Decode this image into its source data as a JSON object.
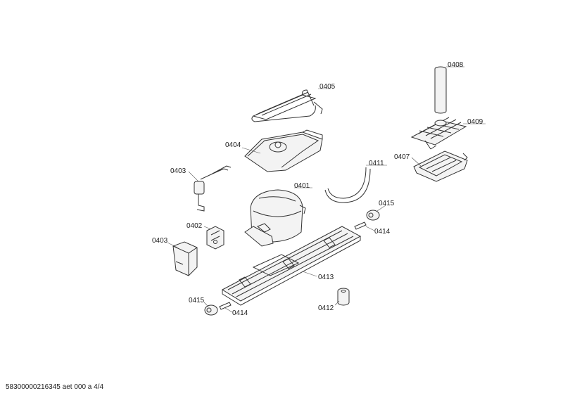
{
  "callouts": {
    "c0408": "0408",
    "c0405": "0405",
    "c0409": "0409",
    "c0404": "0404",
    "c0407": "0407",
    "c0411": "0411",
    "c0403a": "0403",
    "c0401": "0401",
    "c0415a": "0415",
    "c0402": "0402",
    "c0414a": "0414",
    "c0403b": "0403",
    "c0413": "0413",
    "c0415b": "0415",
    "c0412": "0412",
    "c0414b": "0414"
  },
  "footer": "58300000216345 aet 000 a 4/4"
}
